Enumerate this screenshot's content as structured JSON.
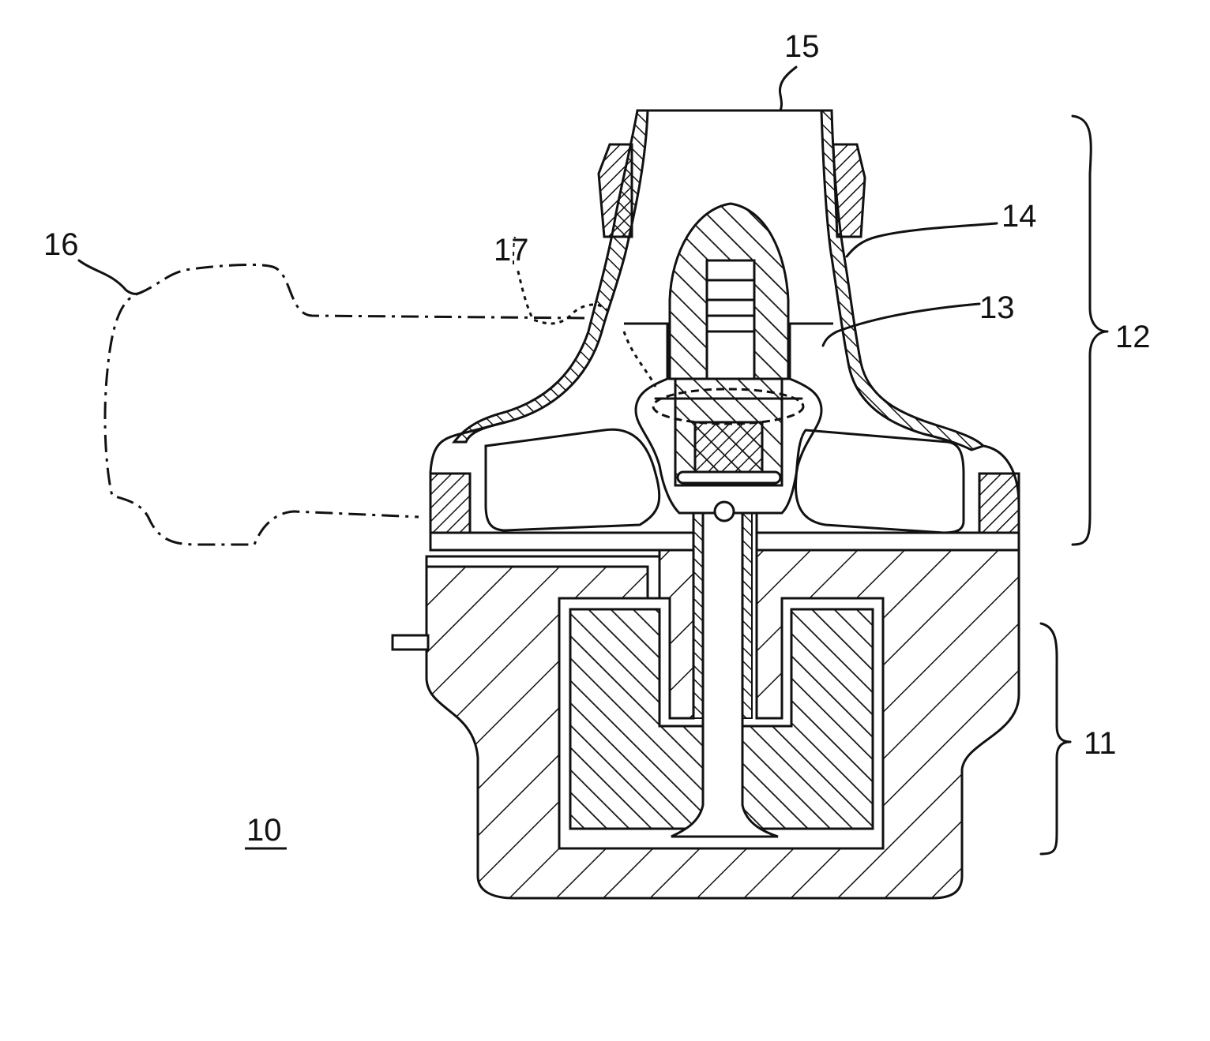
{
  "figure": {
    "number": "10",
    "references": {
      "r11": "11",
      "r12": "12",
      "r13": "13",
      "r14": "14",
      "r15": "15",
      "r16": "16",
      "r17": "17"
    }
  },
  "colors": {
    "ink": "#111111",
    "background": "#ffffff"
  }
}
